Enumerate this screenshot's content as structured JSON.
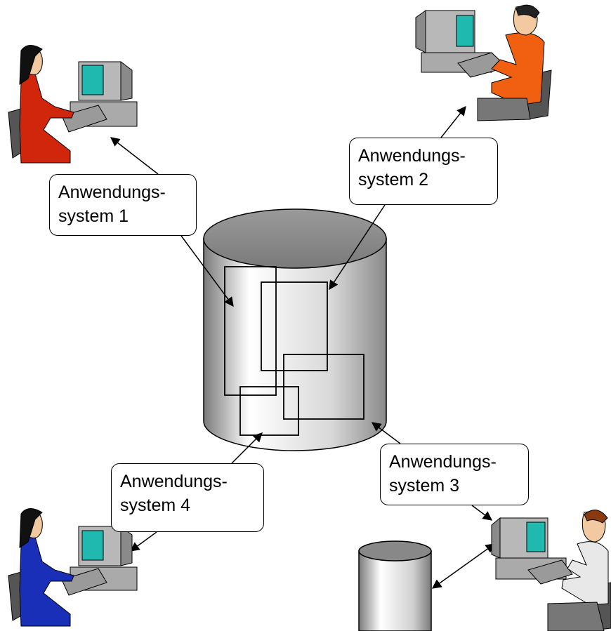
{
  "labels": [
    {
      "line1": "Anwendungs-",
      "line2": "system 1"
    },
    {
      "line1": "Anwendungs-",
      "line2": "system 2"
    },
    {
      "line1": "Anwendungs-",
      "line2": "system 3"
    },
    {
      "line1": "Anwendungs-",
      "line2": "system 4"
    }
  ],
  "colors": {
    "user1_clothing": "#d2260c",
    "user2_clothing": "#f06010",
    "user3_clothing": "#e8e8e8",
    "user4_clothing": "#1a2fb8",
    "screen": "#1fb9b0",
    "database_gray": "#8a8a8a"
  }
}
